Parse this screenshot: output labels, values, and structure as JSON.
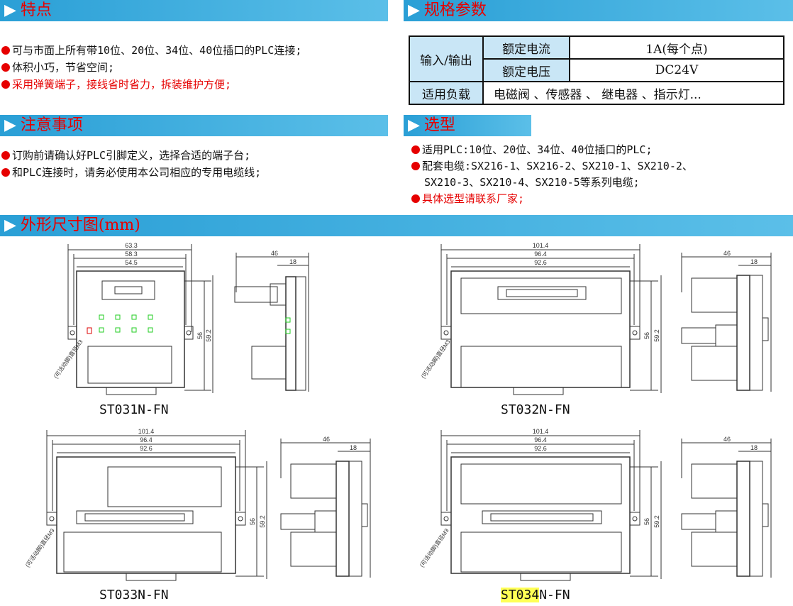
{
  "features": {
    "title": "特点",
    "items": [
      "可与市面上所有带10位、20位、34位、40位插口的PLC连接;",
      "体积小巧，节省空间;",
      "采用弹簧端子，接线省时省力，拆装维护方便;"
    ]
  },
  "spec": {
    "title": "规格参数",
    "io_label": "输入/输出",
    "rated_current_label": "额定电流",
    "rated_current_value": "1A(每个点)",
    "rated_voltage_label": "额定电压",
    "rated_voltage_value": "DC24V",
    "load_label": "适用负载",
    "load_value": "电磁阀 、传感器 、 继电器 、指示灯..."
  },
  "notes": {
    "title": "注意事项",
    "items": [
      "订购前请确认好PLC引脚定义，选择合适的端子台;",
      "和PLC连接时，请务必使用本公司相应的专用电缆线;"
    ]
  },
  "selection": {
    "title": "选型",
    "item1": "适用PLC:10位、20位、34位、40位插口的PLC;",
    "item2_line1": "配套电缆:SX216-1、SX216-2、SX210-1、SX210-2、",
    "item2_line2": "SX210-3、SX210-4、SX210-5等系列电缆;",
    "item3": "具体选型请联系厂家;"
  },
  "dimensions": {
    "title": "外形尺寸图(mm)",
    "rail_note": "(可活动脚)直径M3",
    "models": [
      {
        "name": "ST031N-FN",
        "w1": "63.3",
        "w2": "58.3",
        "w3": "54.5",
        "h1": "56",
        "h2": "59.2",
        "d1": "46",
        "d2": "18"
      },
      {
        "name": "ST032N-FN",
        "w1": "101.4",
        "w2": "96.4",
        "w3": "92.6",
        "h1": "56",
        "h2": "59.2",
        "d1": "46",
        "d2": "18"
      },
      {
        "name": "ST033N-FN",
        "w1": "101.4",
        "w2": "96.4",
        "w3": "92.6",
        "h1": "56",
        "h2": "59.2",
        "d1": "46",
        "d2": "18"
      },
      {
        "name_highlight": "ST034",
        "name_rest": "N-FN",
        "w1": "101.4",
        "w2": "96.4",
        "w3": "92.6",
        "h1": "56",
        "h2": "59.2",
        "d1": "46",
        "d2": "18"
      }
    ]
  }
}
